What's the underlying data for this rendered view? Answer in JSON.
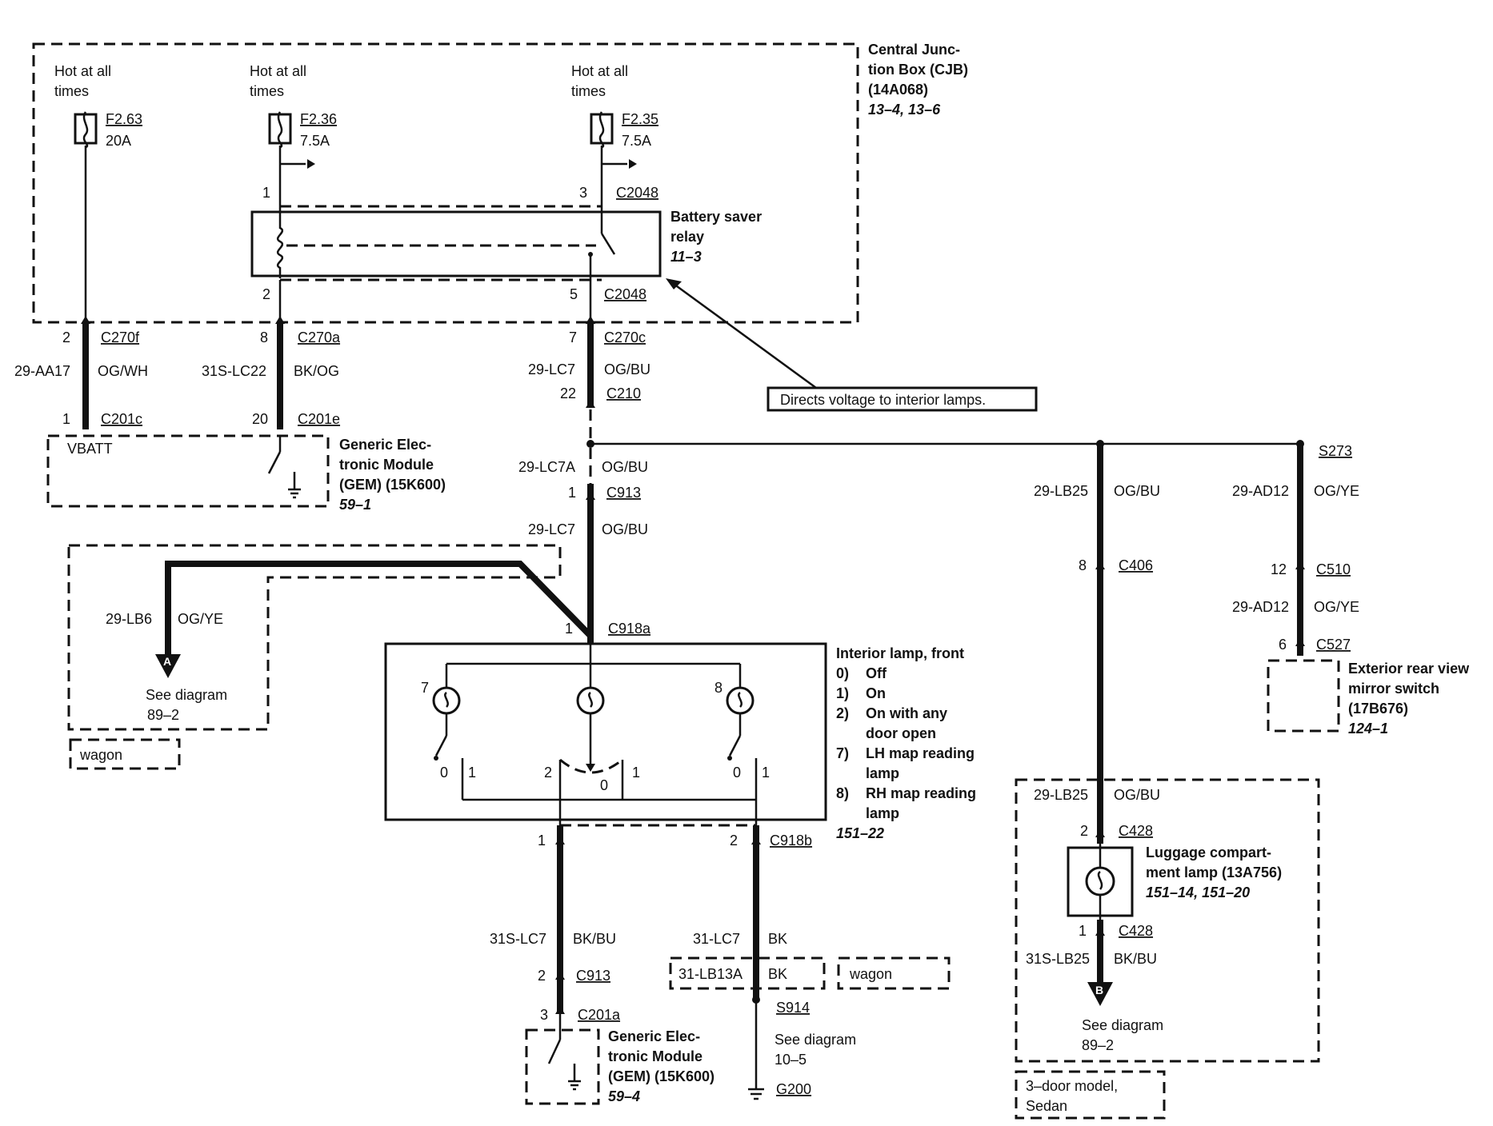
{
  "cjb": {
    "title1": "Central Junc-",
    "title2": "tion Box (CJB)",
    "title3": "(14A068)",
    "ref": "13–4, 13–6"
  },
  "fuses": [
    {
      "hot1": "Hot at all",
      "hot2": "times",
      "id": "F2.63",
      "rating": "20A"
    },
    {
      "hot1": "Hot at all",
      "hot2": "times",
      "id": "F2.36",
      "rating": "7.5A"
    },
    {
      "hot1": "Hot at all",
      "hot2": "times",
      "id": "F2.35",
      "rating": "7.5A"
    }
  ],
  "relay": {
    "name1": "Battery saver",
    "name2": "relay",
    "ref": "11–3",
    "pin1": "1",
    "pin3": "3",
    "pin2": "2",
    "pin5": "5",
    "conn_top": "C2048",
    "conn_bot": "C2048"
  },
  "note": "Directs voltage to interior lamps.",
  "wires": {
    "w1": {
      "pin_top": "2",
      "conn_top": "C270f",
      "circuit": "29-AA17",
      "color": "OG/WH",
      "pin_bot": "1",
      "conn_bot": "C201c"
    },
    "w2": {
      "pin_top": "8",
      "conn_top": "C270a",
      "circuit": "31S-LC22",
      "color": "BK/OG",
      "pin_bot": "20",
      "conn_bot": "C201e"
    },
    "w3": {
      "pin_top": "7",
      "conn_top": "C270c",
      "circuit": "29-LC7",
      "color": "OG/BU",
      "pin_mid": "22",
      "conn_mid": "C210"
    },
    "w4": {
      "circuit": "29-LC7A",
      "color": "OG/BU",
      "pin": "1",
      "conn": "C913",
      "circuit2": "29-LC7",
      "color2": "OG/BU"
    }
  },
  "gem_top": {
    "vbatt": "VBATT",
    "name1": "Generic Elec-",
    "name2": "tronic Module",
    "name3": "(GEM) (15K600)",
    "ref": "59–1"
  },
  "wagon_a": {
    "circuit": "29-LB6",
    "color": "OG/YE",
    "arrow": "A",
    "see1": "See diagram",
    "see2": "89–2",
    "tag": "wagon"
  },
  "lamp_front": {
    "pin": "1",
    "conn": "C918a",
    "title": "Interior lamp, front",
    "legend": [
      {
        "k": "0)",
        "v": "Off"
      },
      {
        "k": "1)",
        "v": "On"
      },
      {
        "k": "2)",
        "v": "On with any"
      },
      {
        "k": "",
        "v": "door open"
      },
      {
        "k": "7)",
        "v": "LH map reading"
      },
      {
        "k": "",
        "v": "lamp"
      },
      {
        "k": "8)",
        "v": "RH map reading"
      },
      {
        "k": "",
        "v": "lamp"
      }
    ],
    "ref": "151–22",
    "lamp7": "7",
    "lamp8": "8",
    "sw_a0": "0",
    "sw_a1": "1",
    "sw_b2": "2",
    "sw_b0": "0",
    "sw_b1": "1",
    "sw_c0": "0",
    "sw_c1": "1",
    "out_pin1": "1",
    "out_pin2": "2",
    "out_conn": "C918b"
  },
  "bottom_left": {
    "circuit": "31S-LC7",
    "color": "BK/BU",
    "pin1": "2",
    "conn1": "C913",
    "pin2": "3",
    "conn2": "C201a",
    "gem1": "Generic Elec-",
    "gem2": "tronic Module",
    "gem3": "(GEM) (15K600)",
    "ref": "59–4"
  },
  "bottom_mid": {
    "circuit": "31-LC7",
    "color": "BK",
    "circuit_wagon": "31-LB13A",
    "color_wagon": "BK",
    "tag": "wagon",
    "splice": "S914",
    "see1": "See diagram",
    "see2": "10–5",
    "ground": "G200"
  },
  "right_mid": {
    "circuit": "29-LB25",
    "color": "OG/BU",
    "pin": "8",
    "conn": "C406"
  },
  "right_far": {
    "splice": "S273",
    "circuit": "29-AD12",
    "color": "OG/YE",
    "pin": "12",
    "conn": "C510",
    "circuit2": "29-AD12",
    "color2": "OG/YE",
    "pin2": "6",
    "conn2": "C527",
    "name1": "Exterior rear view",
    "name2": "mirror switch",
    "name3": "(17B676)",
    "ref": "124–1"
  },
  "luggage": {
    "circuit": "29-LB25",
    "color": "OG/BU",
    "pin_in": "2",
    "conn_in": "C428",
    "name1": "Luggage compart-",
    "name2": "ment lamp (13A756)",
    "ref": "151–14, 151–20",
    "pin_out": "1",
    "conn_out": "C428",
    "circuit_out": "31S-LB25",
    "color_out": "BK/BU",
    "arrow": "B",
    "see1": "See diagram",
    "see2": "89–2",
    "tag1": "3–door model,",
    "tag2": "Sedan"
  }
}
